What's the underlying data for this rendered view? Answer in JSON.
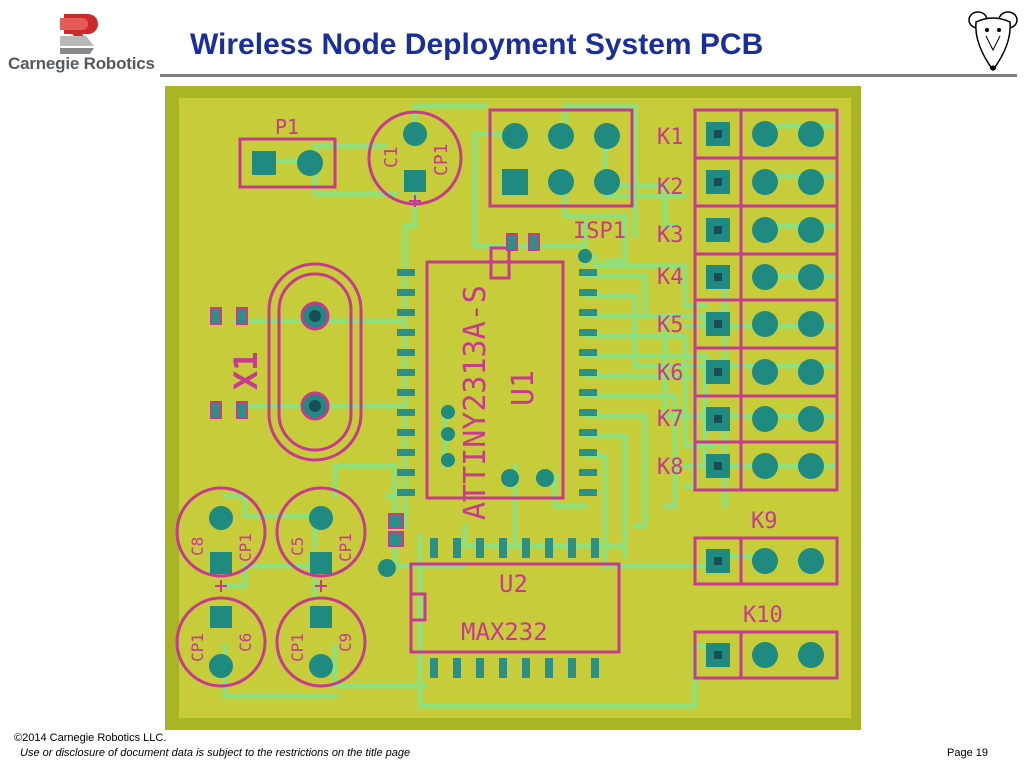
{
  "header": {
    "title": "Wireless Node Deployment System PCB",
    "logo_text": "Carnegie Robotics"
  },
  "pcb": {
    "labels": {
      "P1": "P1",
      "C1": "C1",
      "CP1": "CP1",
      "ISP1": "ISP1",
      "X1": "X1",
      "U1_part": "ATTINY2313A-S",
      "U1": "U1",
      "U2": "U2",
      "U2_part": "MAX232",
      "C8": "C8",
      "C5": "C5",
      "C6": "C6",
      "C9": "C9",
      "K1": "K1",
      "K2": "K2",
      "K3": "K3",
      "K4": "K4",
      "K5": "K5",
      "K6": "K6",
      "K7": "K7",
      "K8": "K8",
      "K9": "K9",
      "K10": "K10"
    }
  },
  "footer": {
    "copyright": "©2014 Carnegie Robotics LLC.",
    "disclaimer": "Use or disclosure of document data is subject to the restrictions on the title page",
    "page": "Page 19"
  },
  "colors": {
    "board": "#c7cc3a",
    "board_edge": "#a8b524",
    "trace": "#8fe07a",
    "silkscreen": "#c83a8f",
    "pad": "#2e8f86",
    "title": "#1a2ea0"
  }
}
